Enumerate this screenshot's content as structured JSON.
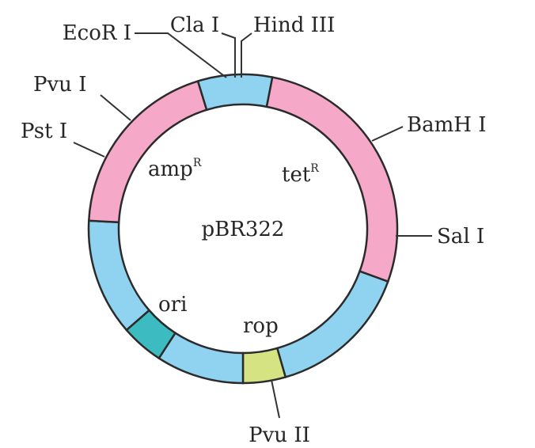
{
  "plasmid": {
    "name": "pBR322",
    "colors": {
      "pink": "#f5a8c8",
      "blue": "#8fd3f0",
      "teal": "#3cbcc0",
      "green": "#d6e383",
      "line": "#2b2b2b"
    },
    "segments": [
      {
        "name": "ecor-cla-hind-region",
        "color": "blue"
      },
      {
        "name": "tet-gene",
        "color": "pink"
      },
      {
        "name": "right-backbone",
        "color": "blue"
      },
      {
        "name": "rop-gene",
        "color": "green"
      },
      {
        "name": "lower-backbone",
        "color": "blue"
      },
      {
        "name": "ori-region",
        "color": "teal"
      },
      {
        "name": "left-backbone",
        "color": "blue"
      },
      {
        "name": "amp-gene",
        "color": "pink"
      }
    ],
    "genes": {
      "amp": {
        "text": "amp",
        "sup": "R"
      },
      "tet": {
        "text": "tet",
        "sup": "R"
      },
      "ori": "ori",
      "rop": "rop"
    },
    "sites": {
      "ecor": "EcoR I",
      "cla": "Cla I",
      "hind": "Hind III",
      "pvu1": "Pvu I",
      "pst": "Pst I",
      "bamh": "BamH I",
      "sal": "Sal I",
      "pvu2": "Pvu II"
    }
  }
}
